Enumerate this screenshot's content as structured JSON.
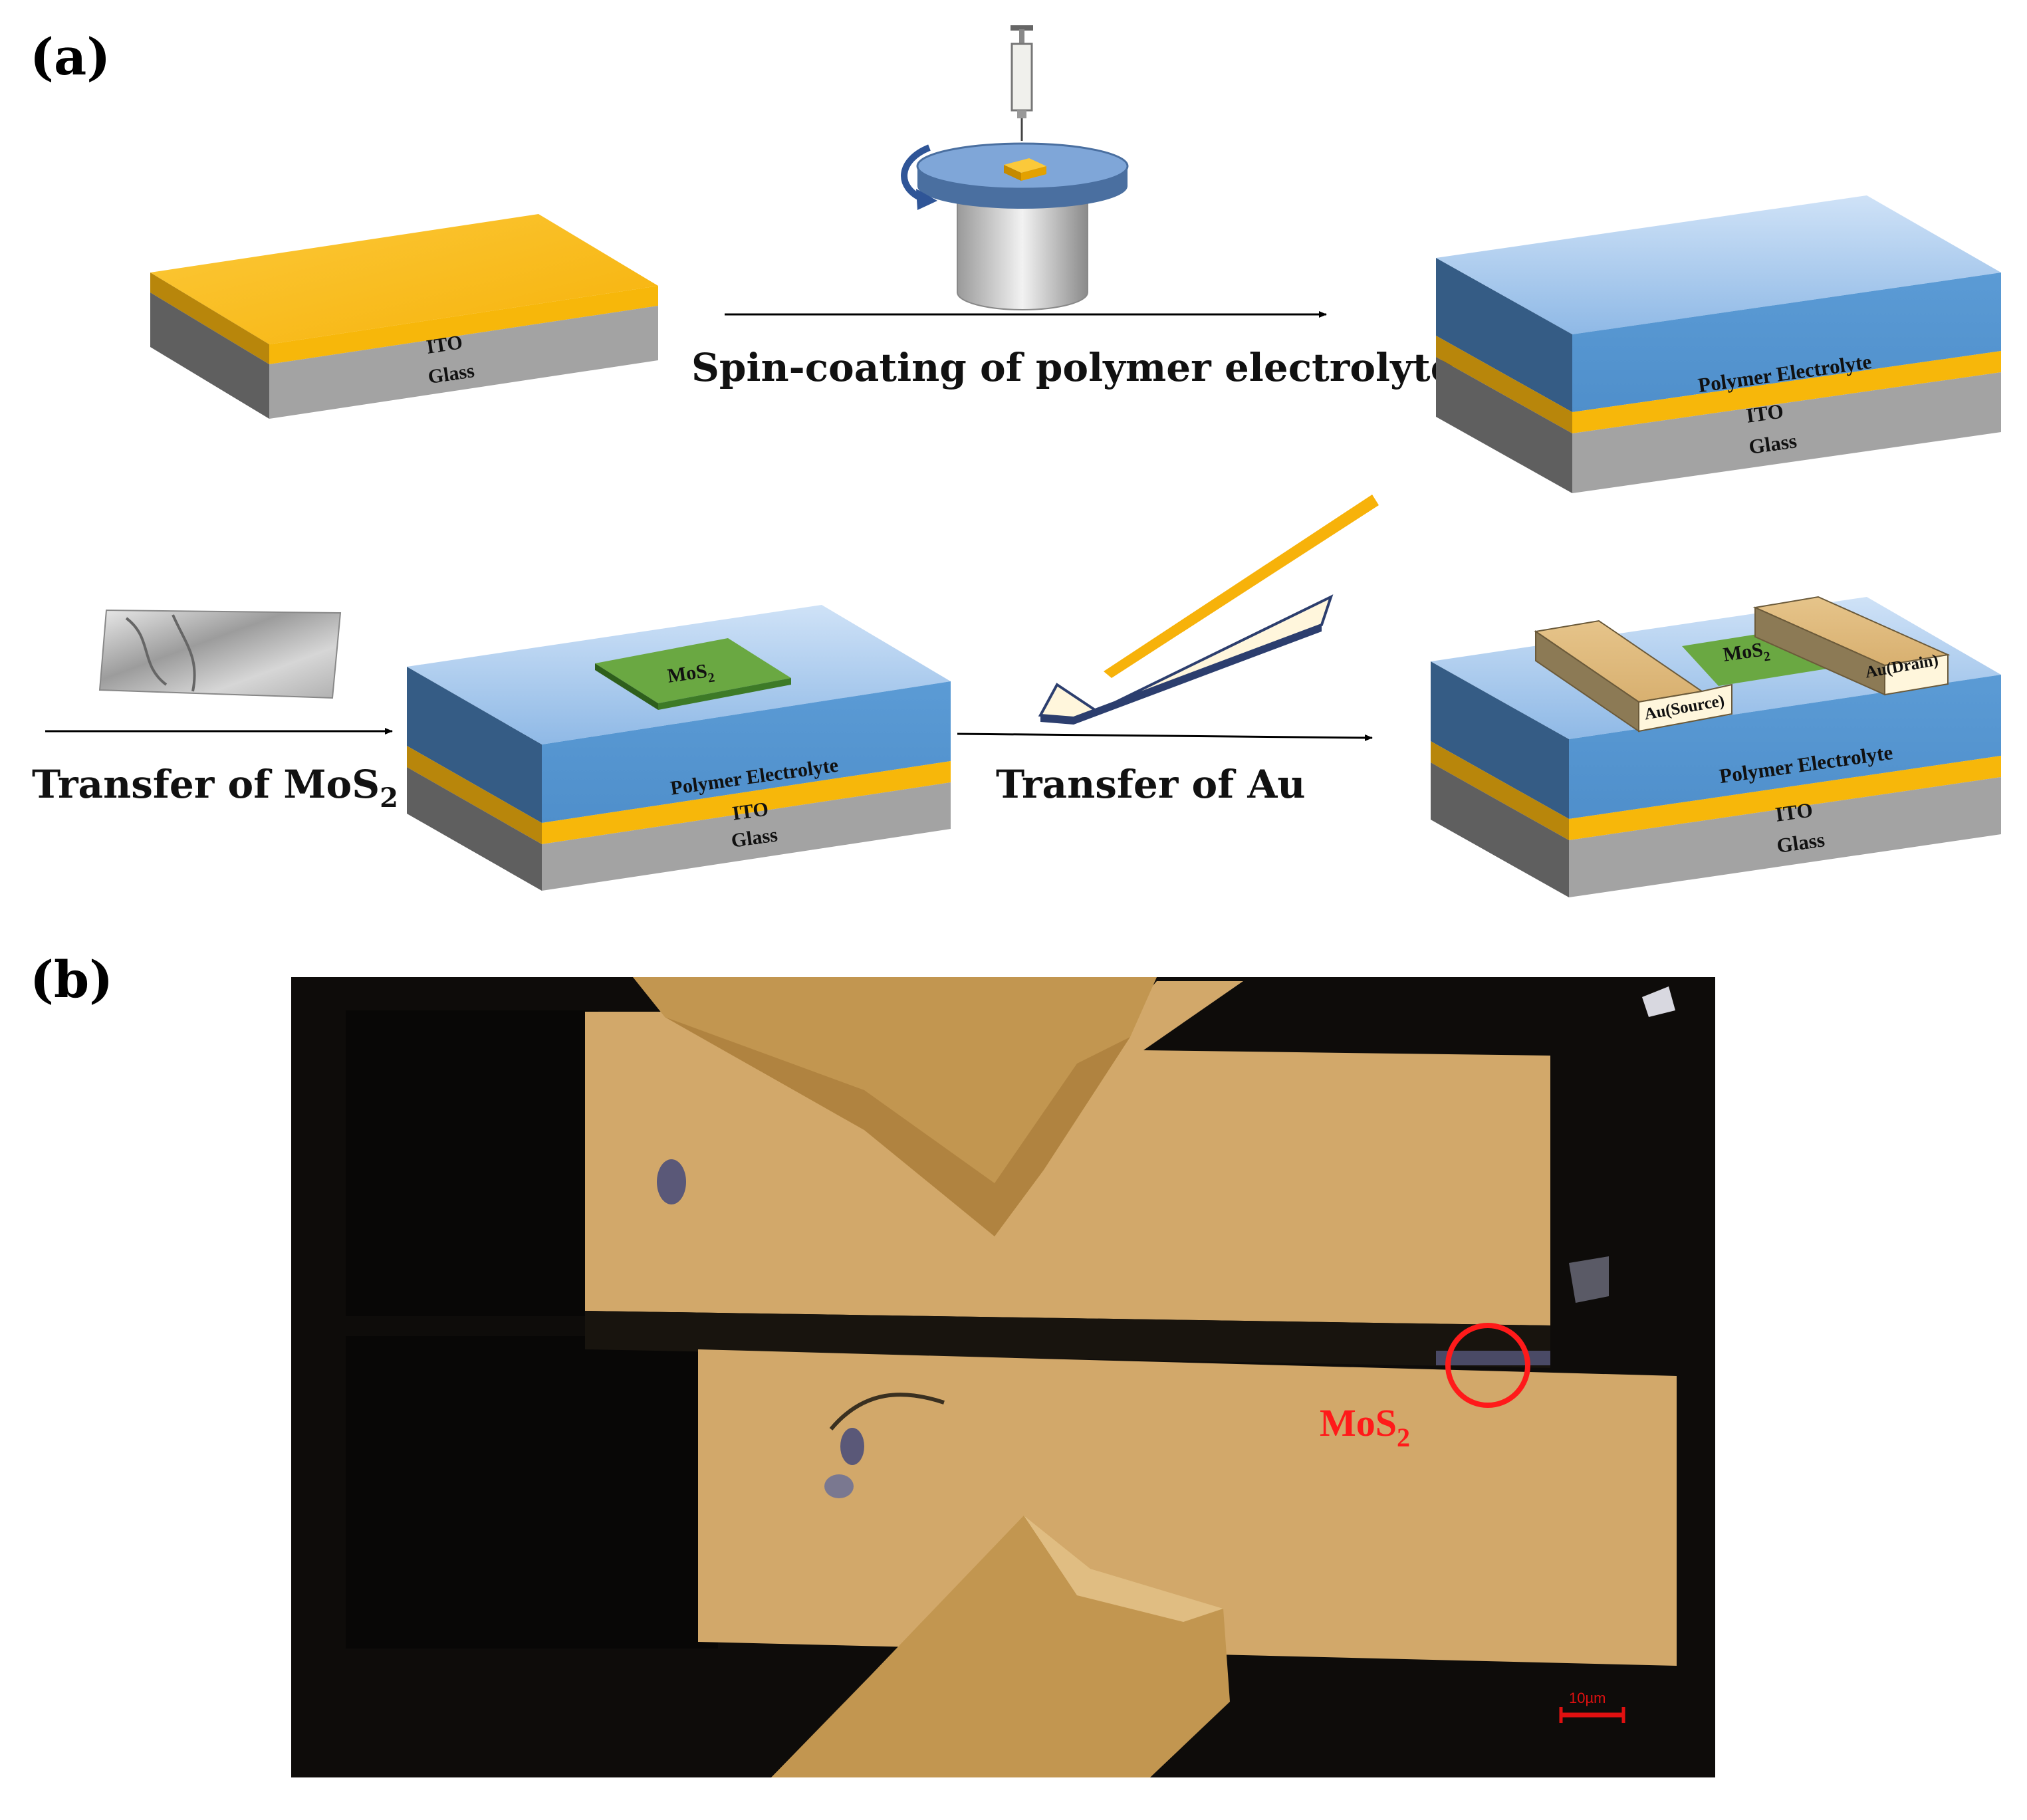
{
  "panels": {
    "a": "(a)",
    "b": "(b)"
  },
  "layers": {
    "ito": "ITO",
    "glass": "Glass",
    "polymer": "Polymer Electrolyte",
    "mos2": "MoS",
    "mos2_sub": "2"
  },
  "electrodes": {
    "source": "Au(Source)",
    "drain": "Au(Drain)"
  },
  "steps": {
    "spin": "Spin-coating of polymer electrolyte",
    "transfer_mos2": "Transfer of MoS",
    "transfer_mos2_sub": "2",
    "transfer_au": "Transfer of Au"
  },
  "micrograph": {
    "annotation": "MoS",
    "annotation_sub": "2",
    "scale_bar": "10µm"
  },
  "colors": {
    "ito": "#f7b70a",
    "glass": "#9e9e9e",
    "polymer": "#5b9bd5",
    "mos2": "#6aa842",
    "gold": "#d2a86a",
    "annotation": "#ff1a1a"
  }
}
